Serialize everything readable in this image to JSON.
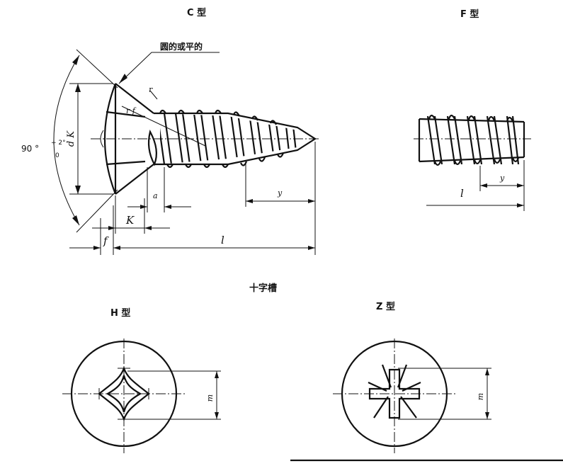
{
  "titles": {
    "type_c": "C 型",
    "type_f": "F 型",
    "cross_recess": "十字槽",
    "type_h": "H 型",
    "type_z": "Z 型"
  },
  "annotations": {
    "head_surface": "圆的或平的"
  },
  "dimensions": {
    "angle_base": "90 °",
    "angle_upper": "+ 2°",
    "angle_lower": "0",
    "dk": "d K",
    "r": "r",
    "rf": "r f",
    "a": "a",
    "k": "K",
    "f": "f",
    "l_c": "l",
    "y_c": "y",
    "l_f": "l",
    "y_f": "y",
    "m_h": "m",
    "m_z": "m"
  }
}
